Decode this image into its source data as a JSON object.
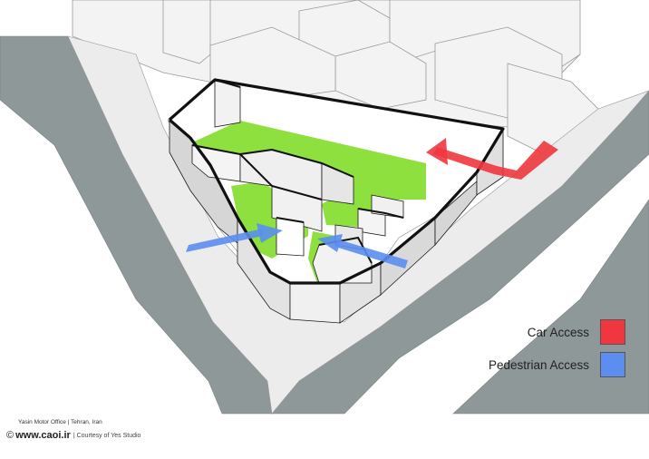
{
  "legend": {
    "car_access": {
      "label": "Car Access",
      "color": "#f0373f"
    },
    "pedestrian_access": {
      "label": "Pedestrian Access",
      "color": "#5b8ef0"
    }
  },
  "credits": {
    "project_line": "Yasin Motor Office  |  Tehran, Iran",
    "copyright_symbol": "©",
    "site": "www.caoi.ir",
    "courtesy": "|  Courtesy of Yes Studio"
  },
  "colors": {
    "road": "#8e9898",
    "sidewalk": "#ececec",
    "courtyard": "#8ee03f",
    "building_fill": "#f2f2f2",
    "wall_shade": "#d6d6d6"
  }
}
